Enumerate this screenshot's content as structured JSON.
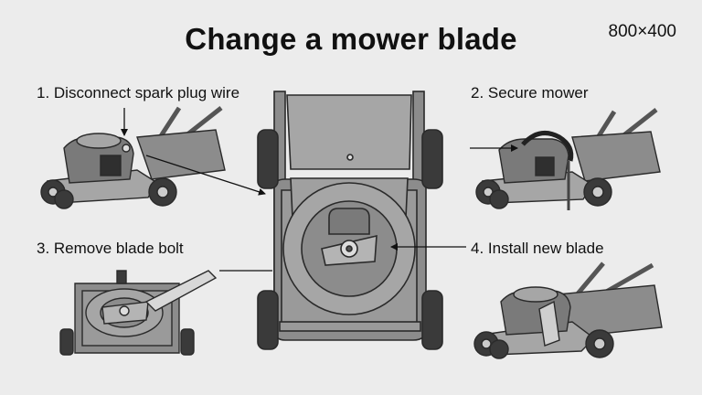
{
  "title": "Change a mower blade",
  "dimension_label": "800×400",
  "steps": [
    {
      "label": "1. Disconnect spark plug wire"
    },
    {
      "label": "2. Secure mower"
    },
    {
      "label": "3. Remove blade bolt"
    },
    {
      "label": "4. Install new blade"
    }
  ],
  "colors": {
    "background": "#ececec",
    "body": "#8c8c8c",
    "body_light": "#a6a6a6",
    "outline": "#2a2a2a",
    "tire": "#3a3a3a"
  }
}
